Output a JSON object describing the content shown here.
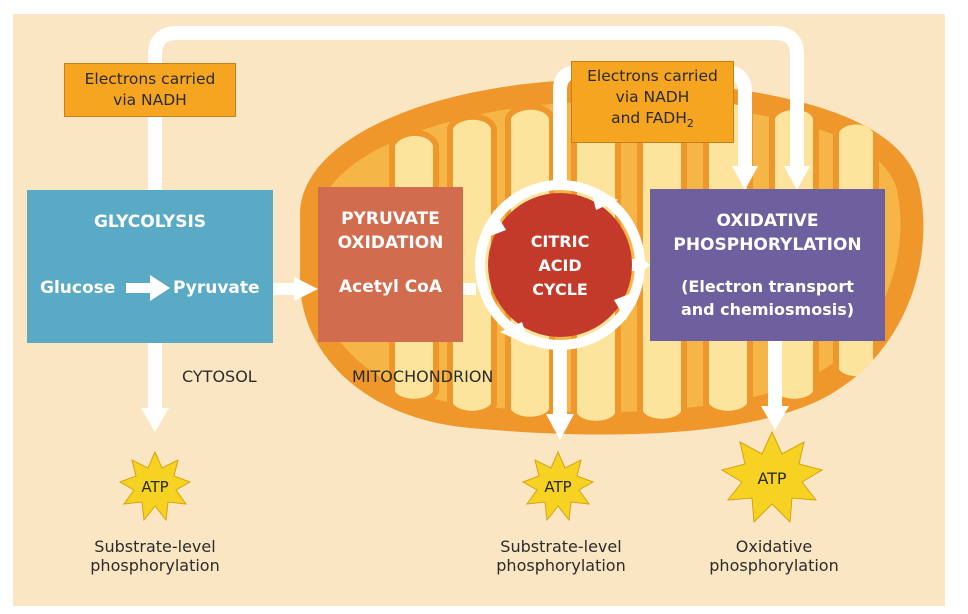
{
  "callouts": {
    "left": {
      "line1": "Electrons carried",
      "line2": "via NADH"
    },
    "right": {
      "line1": "Electrons carried",
      "line2": "via NADH",
      "line3_main": "and FADH",
      "line3_sub": "2"
    }
  },
  "glycolysis": {
    "title": "GLYCOLYSIS",
    "input": "Glucose",
    "output": "Pyruvate"
  },
  "pyruvate_oxidation": {
    "title_line1": "PYRUVATE",
    "title_line2": "OXIDATION",
    "product": "Acetyl CoA"
  },
  "citric_acid_cycle": {
    "line1": "CITRIC",
    "line2": "ACID",
    "line3": "CYCLE"
  },
  "oxidative_phosphorylation": {
    "title_line1": "OXIDATIVE",
    "title_line2": "PHOSPHORYLATION",
    "sub_line1": "(Electron transport",
    "sub_line2": "and chemiosmosis)"
  },
  "regions": {
    "cytosol": "CYTOSOL",
    "mitochondrion": "MITOCHONDRION"
  },
  "atp_outputs": [
    {
      "label": "ATP",
      "caption_line1": "Substrate-level",
      "caption_line2": "phosphorylation"
    },
    {
      "label": "ATP",
      "caption_line1": "Substrate-level",
      "caption_line2": "phosphorylation"
    },
    {
      "label": "ATP",
      "caption_line1": "Oxidative",
      "caption_line2": "phosphorylation"
    }
  ],
  "colors": {
    "background": "#fbe6c4",
    "mitochondrion_outer": "#f0972c",
    "mitochondrion_inner": "#f6b547",
    "cristae": "#fce49c",
    "glycolysis": "#5aaac6",
    "pyruvate_oxidation": "#d26c4f",
    "citric_acid_cycle": "#c43a2a",
    "oxidative_phosphorylation": "#6e5f9e",
    "callout": "#f5a51f",
    "atp_star": "#f6d222",
    "arrow": "#ffffff"
  }
}
